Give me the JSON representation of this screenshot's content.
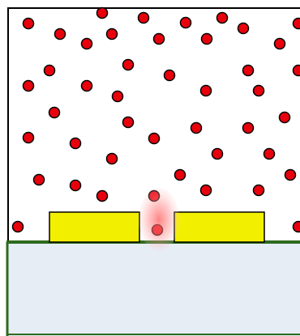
{
  "colors": {
    "background": "#ffffff",
    "frame": "#000000",
    "particle": "#e8000d",
    "particle_outline": "#000000",
    "pad": "#f2ef00",
    "ground_fill": "#e6edf5",
    "ground_line": "#2e6b1f",
    "glow": "#ff6f6f"
  },
  "elements": {
    "frame": "container-box",
    "particles": "particle",
    "pads": [
      "left-pad",
      "right-pad"
    ],
    "ground": "substrate",
    "gap_glow": "gap-glow"
  }
}
